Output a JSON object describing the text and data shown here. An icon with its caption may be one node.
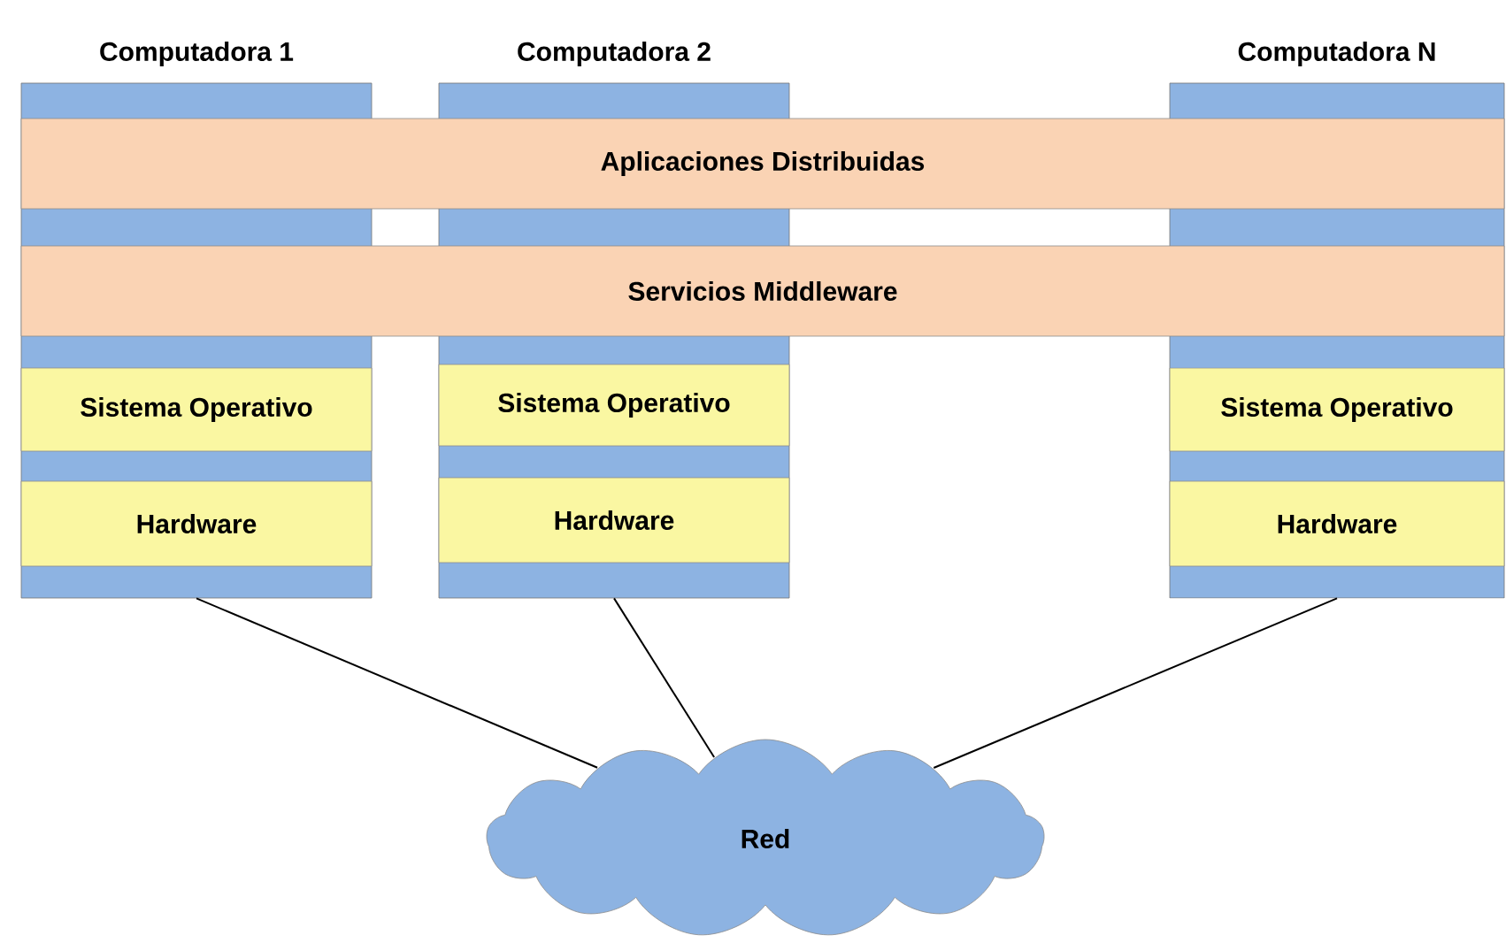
{
  "diagram": {
    "nodes": [
      {
        "text": [
          "Computadora 1"
        ]
      },
      {
        "text": [
          "Computadora 2"
        ]
      },
      {
        "text": [
          "Computadora N"
        ]
      },
      {
        "text": [
          "Aplicaciones Distribuidas"
        ]
      },
      {
        "text": [
          "Servicios Middleware"
        ]
      },
      {
        "text": [
          "Sistema Operativo"
        ],
        "in": 0
      },
      {
        "text": [
          "Sistema Operativo"
        ],
        "in": 1
      },
      {
        "text": [
          "Sistema Operativo"
        ],
        "in": 2
      },
      {
        "text": [
          "Hardware"
        ],
        "in": 0
      },
      {
        "text": [
          "Hardware"
        ],
        "in": 1
      },
      {
        "text": [
          "Hardware"
        ],
        "in": 2
      },
      {
        "text": [
          "Red"
        ]
      }
    ],
    "edges": [
      {
        "from": 0,
        "to": 11,
        "arrow": "none"
      },
      {
        "from": 1,
        "to": 11,
        "arrow": "none"
      },
      {
        "from": 2,
        "to": 11,
        "arrow": "none"
      }
    ]
  }
}
